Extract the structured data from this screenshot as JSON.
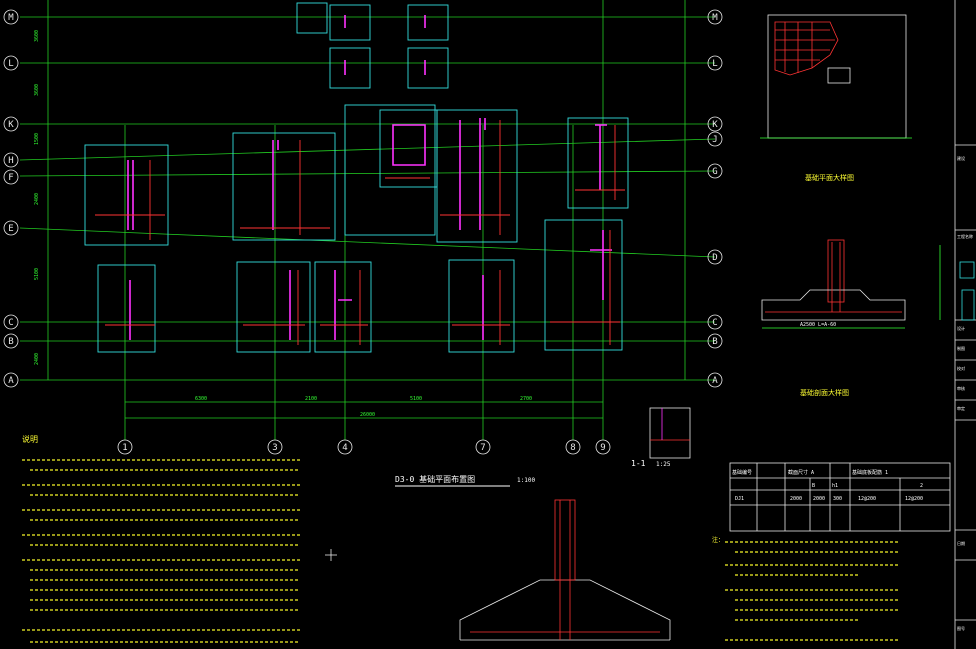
{
  "axes": {
    "rows_left": [
      "M",
      "L",
      "K",
      "H",
      "F",
      "E",
      "C",
      "B",
      "A"
    ],
    "rows_right": [
      "M",
      "L",
      "K",
      "J",
      "G",
      "D",
      "C",
      "B",
      "A"
    ],
    "columns": [
      "1",
      "3",
      "4",
      "7",
      "8",
      "9"
    ]
  },
  "plan": {
    "title": "D3-0 基础平面布置图",
    "scale": "1:100"
  },
  "section_1_1": {
    "label": "1-1",
    "scale": "1:25"
  },
  "detail_plan": {
    "title": "基础平面大样图"
  },
  "detail_section": {
    "title": "基础剖面大样图",
    "formula": "A2500 L=A-60"
  },
  "notes_header": "说明",
  "notes_footer": "注：",
  "table": {
    "headers": [
      "基础编号",
      "截面尺寸 A",
      "B",
      "h1",
      "基础底板配筋 1",
      "2"
    ],
    "row": [
      "DJ1",
      "2000",
      "2000",
      "300",
      "12@200",
      "12@200"
    ]
  },
  "title_block": {
    "labels": [
      "建设",
      "工程名称",
      "设计",
      "制图",
      "校对",
      "审核",
      "审定",
      "日期",
      "图号"
    ]
  }
}
